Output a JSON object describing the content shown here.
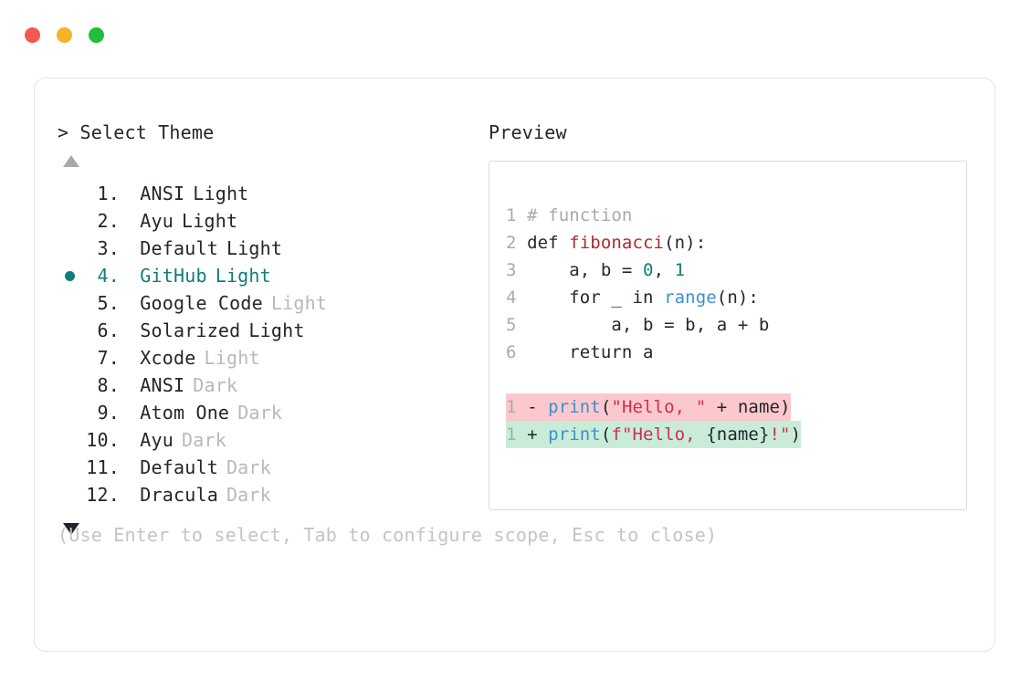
{
  "window": {
    "traffic_lights": [
      {
        "name": "close",
        "color": "#f4594f"
      },
      {
        "name": "minimize",
        "color": "#f4b329"
      },
      {
        "name": "maximize",
        "color": "#1fbf3b"
      }
    ]
  },
  "selector": {
    "prompt_marker": ">",
    "prompt_label": "Select Theme",
    "scroll_up_icon": "triangle-up",
    "scroll_down_icon": "triangle-down",
    "selected_index": 4,
    "selection_bullet_color": "#0f7d78",
    "items": [
      {
        "num": "1.",
        "name": "ANSI",
        "variant": "Light",
        "variant_dim": false,
        "selected": false
      },
      {
        "num": "2.",
        "name": "Ayu",
        "variant": "Light",
        "variant_dim": false,
        "selected": false
      },
      {
        "num": "3.",
        "name": "Default",
        "variant": "Light",
        "variant_dim": false,
        "selected": false
      },
      {
        "num": "4.",
        "name": "GitHub",
        "variant": "Light",
        "variant_dim": false,
        "selected": true
      },
      {
        "num": "5.",
        "name": "Google Code",
        "variant": "Light",
        "variant_dim": true,
        "selected": false
      },
      {
        "num": "6.",
        "name": "Solarized",
        "variant": "Light",
        "variant_dim": false,
        "selected": false
      },
      {
        "num": "7.",
        "name": "Xcode",
        "variant": "Light",
        "variant_dim": true,
        "selected": false
      },
      {
        "num": "8.",
        "name": "ANSI",
        "variant": "Dark",
        "variant_dim": true,
        "selected": false
      },
      {
        "num": "9.",
        "name": "Atom One",
        "variant": "Dark",
        "variant_dim": true,
        "selected": false
      },
      {
        "num": "10.",
        "name": "Ayu",
        "variant": "Dark",
        "variant_dim": true,
        "selected": false
      },
      {
        "num": "11.",
        "name": "Default",
        "variant": "Dark",
        "variant_dim": true,
        "selected": false
      },
      {
        "num": "12.",
        "name": "Dracula",
        "variant": "Dark",
        "variant_dim": true,
        "selected": false
      }
    ],
    "hint": "(Use Enter to select, Tab to configure scope, Esc to close)"
  },
  "preview": {
    "title": "Preview",
    "code_lines": [
      {
        "ln": "1",
        "tokens": [
          {
            "t": "# function",
            "c": "comment"
          }
        ]
      },
      {
        "ln": "2",
        "tokens": [
          {
            "t": "def ",
            "c": "plain"
          },
          {
            "t": "fibonacci",
            "c": "func"
          },
          {
            "t": "(n):",
            "c": "plain"
          }
        ]
      },
      {
        "ln": "3",
        "tokens": [
          {
            "t": "    a, b = ",
            "c": "plain"
          },
          {
            "t": "0",
            "c": "num"
          },
          {
            "t": ", ",
            "c": "plain"
          },
          {
            "t": "1",
            "c": "num"
          }
        ]
      },
      {
        "ln": "4",
        "tokens": [
          {
            "t": "    for _ in ",
            "c": "plain"
          },
          {
            "t": "range",
            "c": "builtin"
          },
          {
            "t": "(n):",
            "c": "plain"
          }
        ]
      },
      {
        "ln": "5",
        "tokens": [
          {
            "t": "        a, b = b, a + b",
            "c": "plain"
          }
        ]
      },
      {
        "ln": "6",
        "tokens": [
          {
            "t": "    return a",
            "c": "plain"
          }
        ]
      }
    ],
    "diff_lines": [
      {
        "ln": "1",
        "sign": "-",
        "kind": "del",
        "bg": "#fbc8cd",
        "tokens": [
          {
            "t": "print",
            "c": "builtin"
          },
          {
            "t": "(",
            "c": "plain"
          },
          {
            "t": "\"Hello, \"",
            "c": "string"
          },
          {
            "t": " + name)",
            "c": "plain"
          }
        ]
      },
      {
        "ln": "1",
        "sign": "+",
        "kind": "add",
        "bg": "#c9ecd8",
        "tokens": [
          {
            "t": "print",
            "c": "builtin"
          },
          {
            "t": "(",
            "c": "plain"
          },
          {
            "t": "f\"Hello, ",
            "c": "string"
          },
          {
            "t": "{name}",
            "c": "plain"
          },
          {
            "t": "!\"",
            "c": "string"
          },
          {
            "t": ")",
            "c": "plain"
          }
        ]
      }
    ]
  }
}
